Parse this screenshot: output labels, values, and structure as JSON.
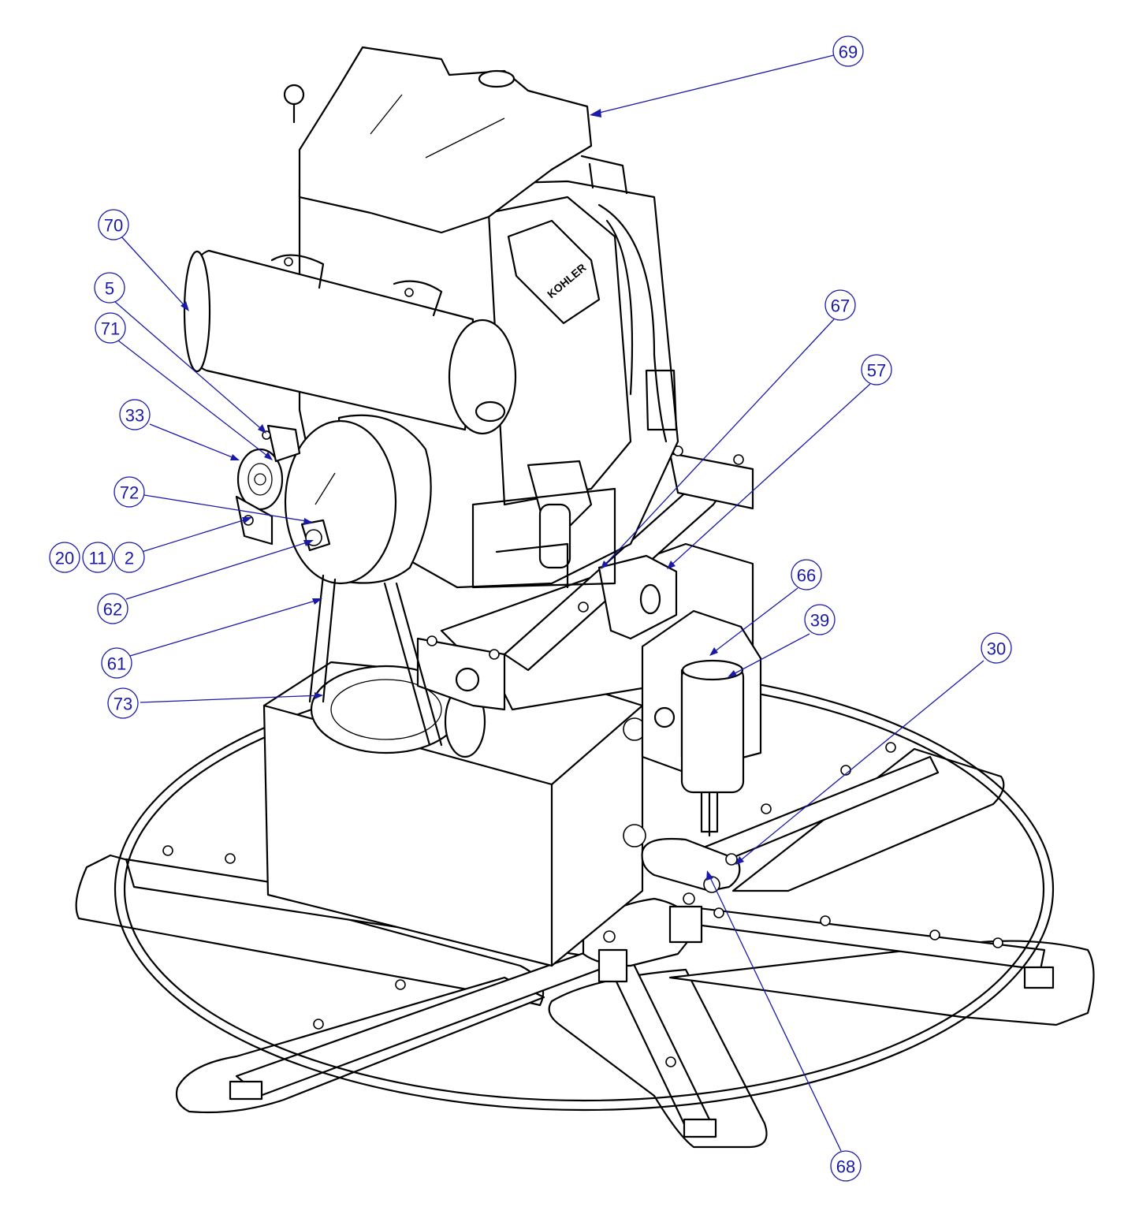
{
  "callouts": [
    {
      "id": "c69",
      "label": "69"
    },
    {
      "id": "c70",
      "label": "70"
    },
    {
      "id": "c5",
      "label": "5"
    },
    {
      "id": "c71",
      "label": "71"
    },
    {
      "id": "c33",
      "label": "33"
    },
    {
      "id": "c72",
      "label": "72"
    },
    {
      "id": "c20",
      "label": "20"
    },
    {
      "id": "c11",
      "label": "11"
    },
    {
      "id": "c2",
      "label": "2"
    },
    {
      "id": "c62",
      "label": "62"
    },
    {
      "id": "c61",
      "label": "61"
    },
    {
      "id": "c73",
      "label": "73"
    },
    {
      "id": "c67",
      "label": "67"
    },
    {
      "id": "c57",
      "label": "57"
    },
    {
      "id": "c66",
      "label": "66"
    },
    {
      "id": "c39",
      "label": "39"
    },
    {
      "id": "c30",
      "label": "30"
    },
    {
      "id": "c68",
      "label": "68"
    }
  ],
  "colors": {
    "line": "#000000",
    "callout": "#1a1aa8",
    "background": "#ffffff"
  },
  "brand_plate": "KOHLER"
}
